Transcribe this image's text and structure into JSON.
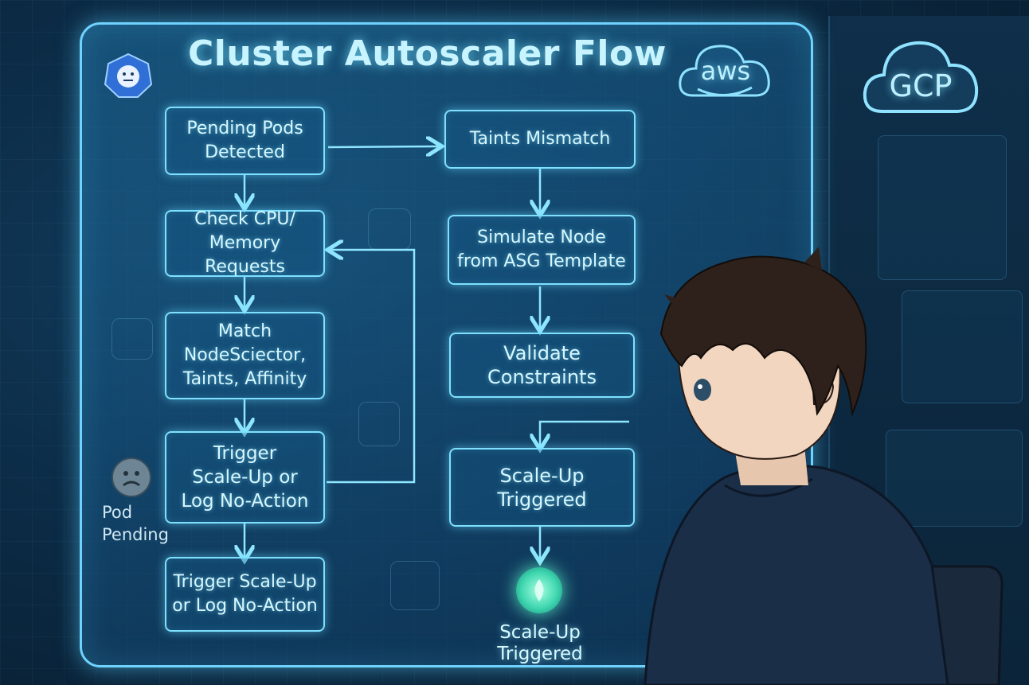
{
  "title": "Cluster Autoscaler Flow",
  "clouds": {
    "aws": "aws",
    "gcp": "GCP"
  },
  "left_column": [
    "Pending Pods\nDetected",
    "Check CPU/\nMemory Requests",
    "Match\nNodeSciector,\nTaints, Affinity",
    "Trigger\nScale-Up or\nLog No-Action",
    "Trigger Scale-Up\nor Log No-Action"
  ],
  "right_column": [
    "Taints Mismatch",
    "Simulate Node\nfrom ASG Template",
    "Validate\nConstraints",
    "Scale-Up\nTriggered"
  ],
  "status_pending": "Pod\nPending",
  "status_triggered": "Scale-Up\nTriggered",
  "colors": {
    "glow": "#7ee0ff",
    "text": "#d6f7ff",
    "success": "#3fd6b0"
  }
}
